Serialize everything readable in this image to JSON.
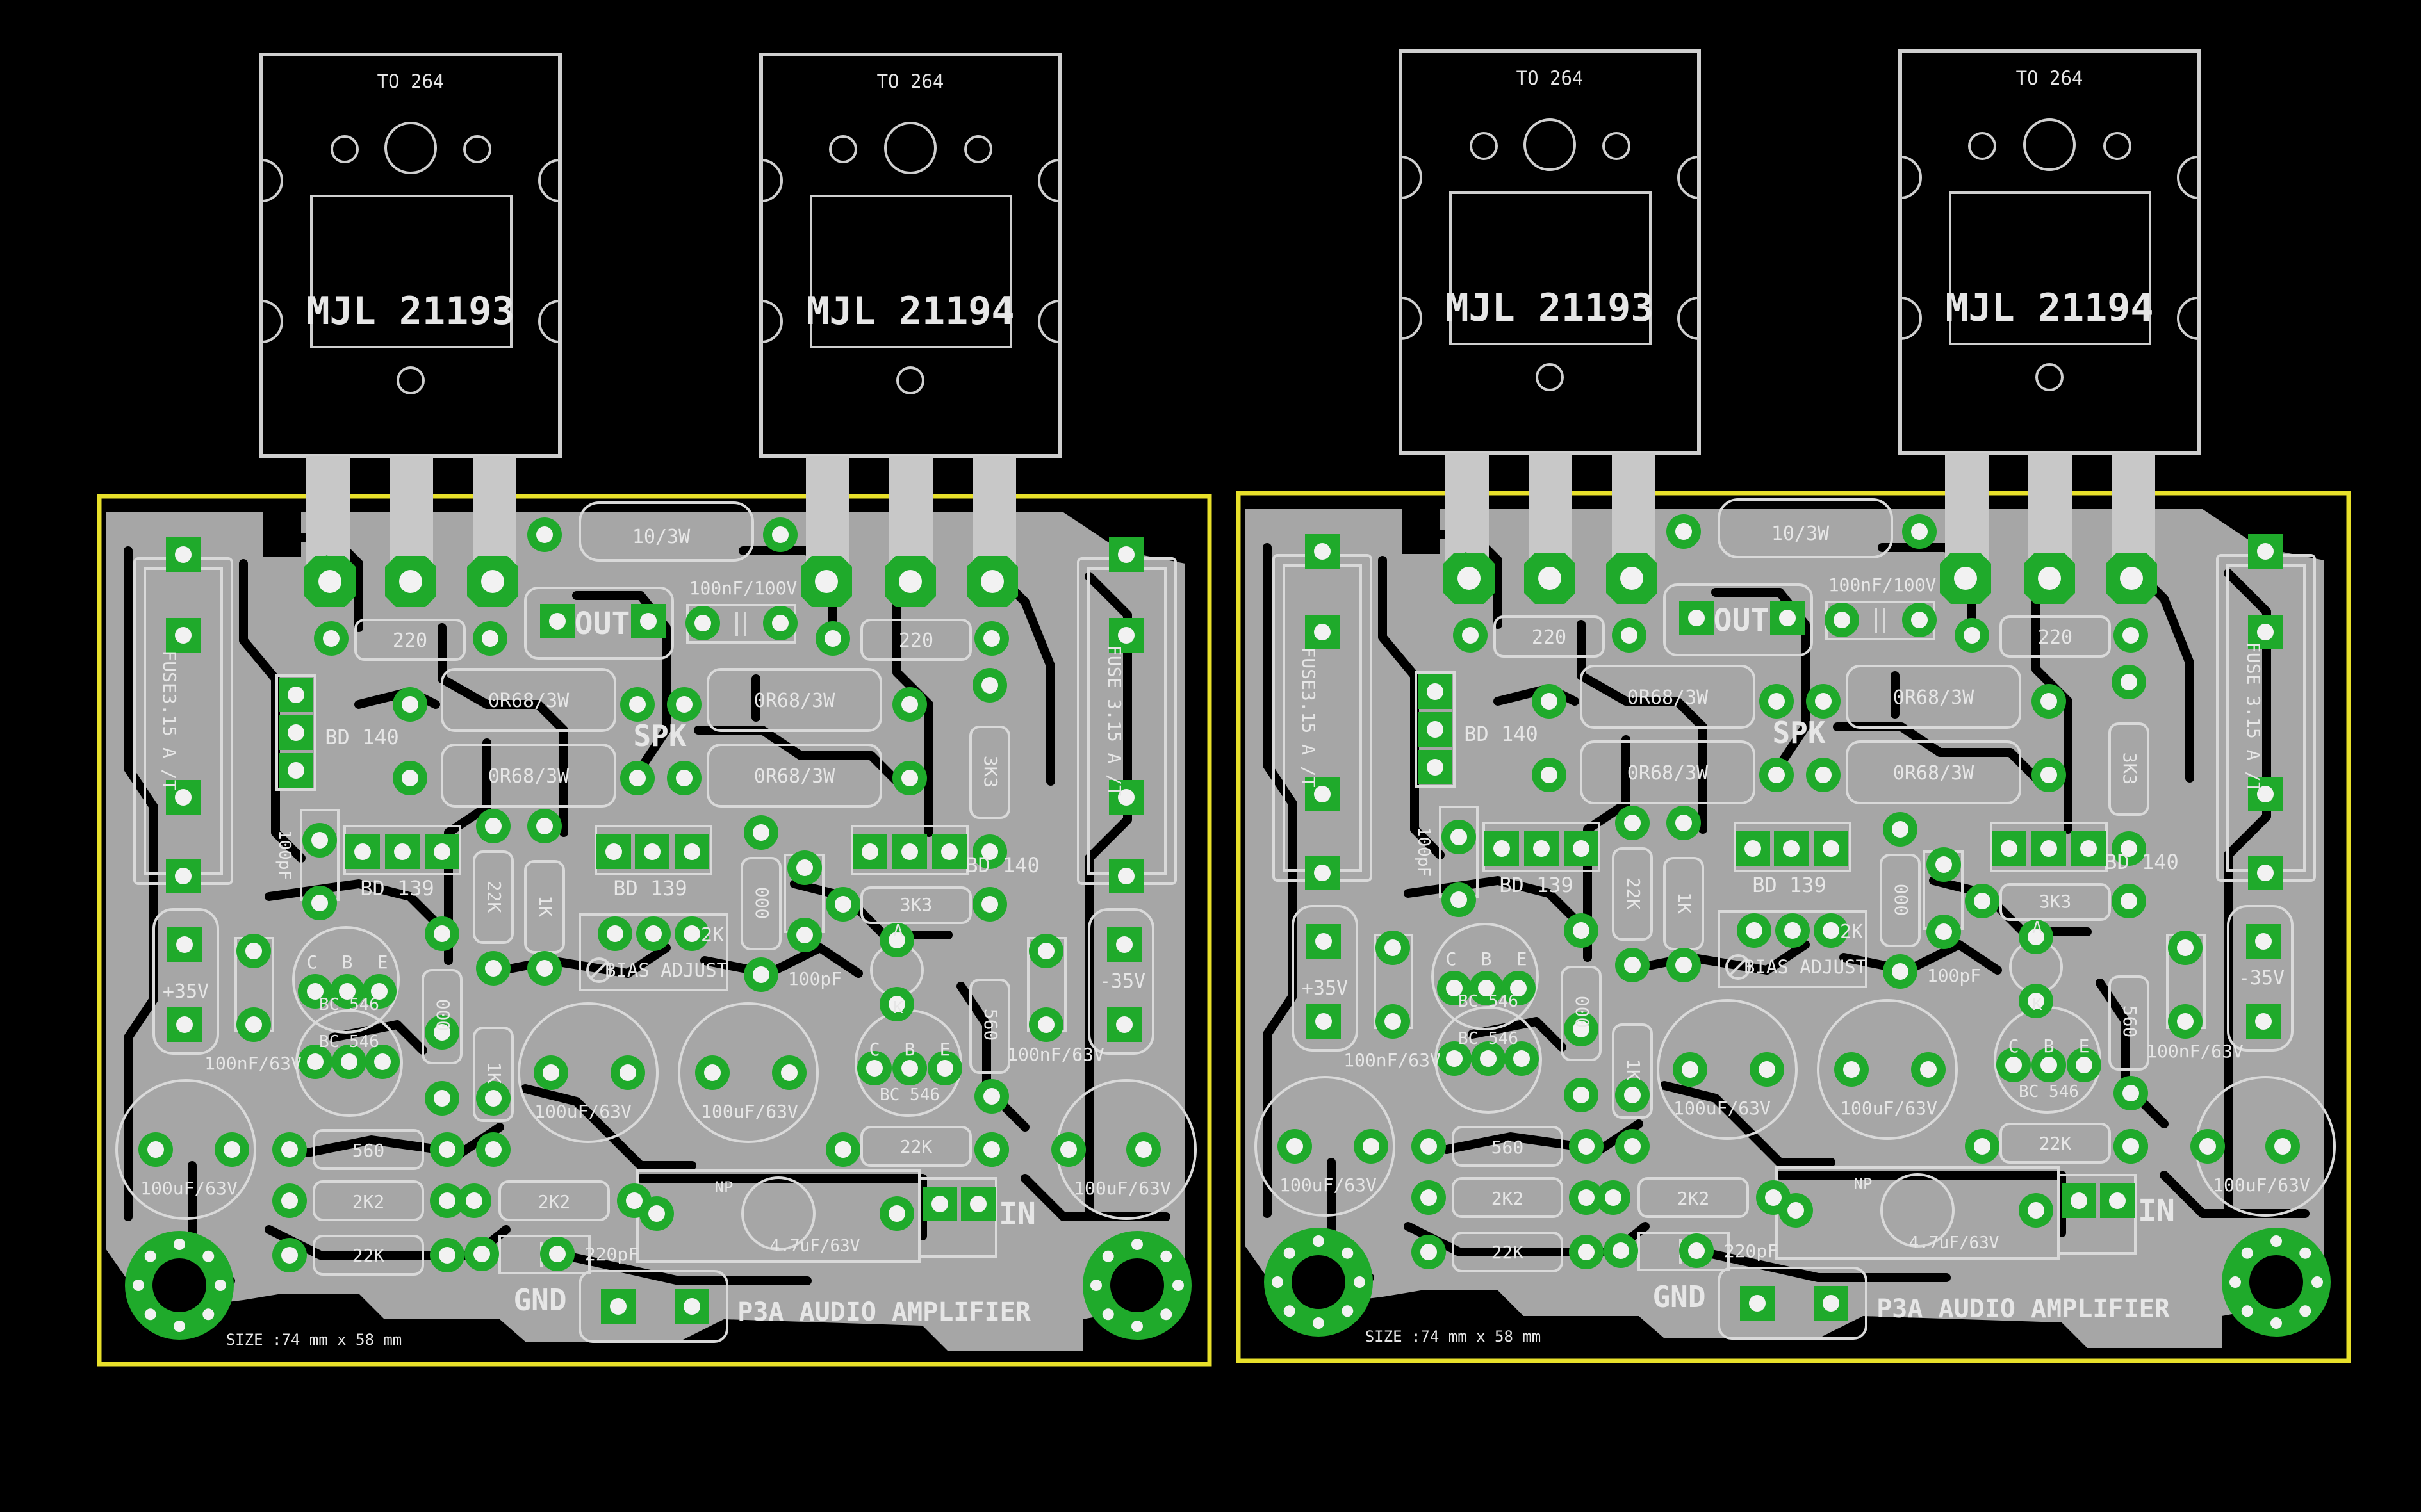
{
  "colors": {
    "background": "#000000",
    "board_outline": "#e8e02a",
    "copper": "#a6a6a6",
    "pad": "#1faa2b",
    "hole": "#f2f2f2",
    "silkscreen": "#e6e6e6"
  },
  "boards": [
    {
      "transistors": [
        {
          "package": "TO 264",
          "part": "MJL 21193"
        },
        {
          "package": "TO 264",
          "part": "MJL 21194"
        }
      ],
      "labels": {
        "r_top": "10/3W",
        "c_top": "100nF/100V",
        "out": "OUT",
        "spk": "SPK",
        "r_220_left": "220",
        "r_220_right": "220",
        "r_or68_1": "0R68/3W",
        "r_or68_2": "0R68/3W",
        "r_or68_3": "0R68/3W",
        "r_or68_4": "0R68/3W",
        "bd140_left": "BD 140",
        "bd140_right": "BD 140",
        "bd139_left": "BD 139",
        "bd139_mid": "BD 139",
        "fuse_left": "FUSE3.15 A /T",
        "fuse_right": "FUSE 3.15 A /T",
        "c_100pf_v": "100pF",
        "r_22k_v": "22K",
        "r_1k_v": "1K",
        "r_000": "000",
        "r_3k3_v": "3K3",
        "r_3k3_h": "3K3",
        "r_2k_bias": "2K",
        "bias_adjust": "BIAS ADJUST",
        "c_100pf_h": "100pF",
        "bc546_1": "BC 546",
        "bc546_2": "BC 546",
        "bc546_3": "BC 546",
        "pin_c": "C",
        "pin_b": "B",
        "pin_e": "E",
        "plus35": "+35V",
        "minus35": "-35V",
        "c100n_left": "100nF/63V",
        "c100n_right": "100nF/63V",
        "c100u_1": "100uF/63V",
        "c100u_2": "100uF/63V",
        "c100u_3": "100uF/63V",
        "c100u_left": "100uF/63V",
        "c100u_right": "100uF/63V",
        "r_560_v": "560",
        "r_560_h": "560",
        "r_2k2_1": "2K2",
        "r_2k2_2": "2K2",
        "r_22k_h": "22K",
        "r_22k_h2": "22K",
        "r_1k_v2": "1K",
        "r_000_2": "000",
        "c_220pf": "220pF",
        "np": "NP",
        "c_4u7": "4.7uF/63V",
        "in": "IN",
        "gnd": "GND",
        "title": "P3A AUDIO AMPLIFIER",
        "size": "SIZE :74 mm x 58 mm",
        "pin_a": "A",
        "pin_k": "K"
      }
    },
    {
      "transistors": [
        {
          "package": "TO 264",
          "part": "MJL 21193"
        },
        {
          "package": "TO 264",
          "part": "MJL 21194"
        }
      ],
      "labels": {
        "r_top": "10/3W",
        "c_top": "100nF/100V",
        "out": "OUT",
        "spk": "SPK",
        "r_220_left": "220",
        "r_220_right": "220",
        "r_or68_1": "0R68/3W",
        "r_or68_2": "0R68/3W",
        "r_or68_3": "0R68/3W",
        "r_or68_4": "0R68/3W",
        "bd140_left": "BD 140",
        "bd140_right": "BD 140",
        "bd139_left": "BD 139",
        "bd139_mid": "BD 139",
        "fuse_left": "FUSE3.15 A /T",
        "fuse_right": "FUSE 3.15 A /T",
        "c_100pf_v": "100pF",
        "r_22k_v": "22K",
        "r_1k_v": "1K",
        "r_000": "000",
        "r_3k3_v": "3K3",
        "r_3k3_h": "3K3",
        "r_2k_bias": "2K",
        "bias_adjust": "BIAS ADJUST",
        "c_100pf_h": "100pF",
        "bc546_1": "BC 546",
        "bc546_2": "BC 546",
        "bc546_3": "BC 546",
        "pin_c": "C",
        "pin_b": "B",
        "pin_e": "E",
        "plus35": "+35V",
        "minus35": "-35V",
        "c100n_left": "100nF/63V",
        "c100n_right": "100nF/63V",
        "c100u_1": "100uF/63V",
        "c100u_2": "100uF/63V",
        "c100u_3": "100uF/63V",
        "c100u_left": "100uF/63V",
        "c100u_right": "100uF/63V",
        "r_560_v": "560",
        "r_560_h": "560",
        "r_2k2_1": "2K2",
        "r_2k2_2": "2K2",
        "r_22k_h": "22K",
        "r_22k_h2": "22K",
        "r_1k_v2": "1K",
        "r_000_2": "000",
        "c_220pf": "220pF",
        "np": "NP",
        "c_4u7": "4.7uF/63V",
        "in": "IN",
        "gnd": "GND",
        "title": "P3A AUDIO AMPLIFIER",
        "size": "SIZE :74 mm x 58 mm",
        "pin_a": "A",
        "pin_k": "K"
      }
    }
  ]
}
